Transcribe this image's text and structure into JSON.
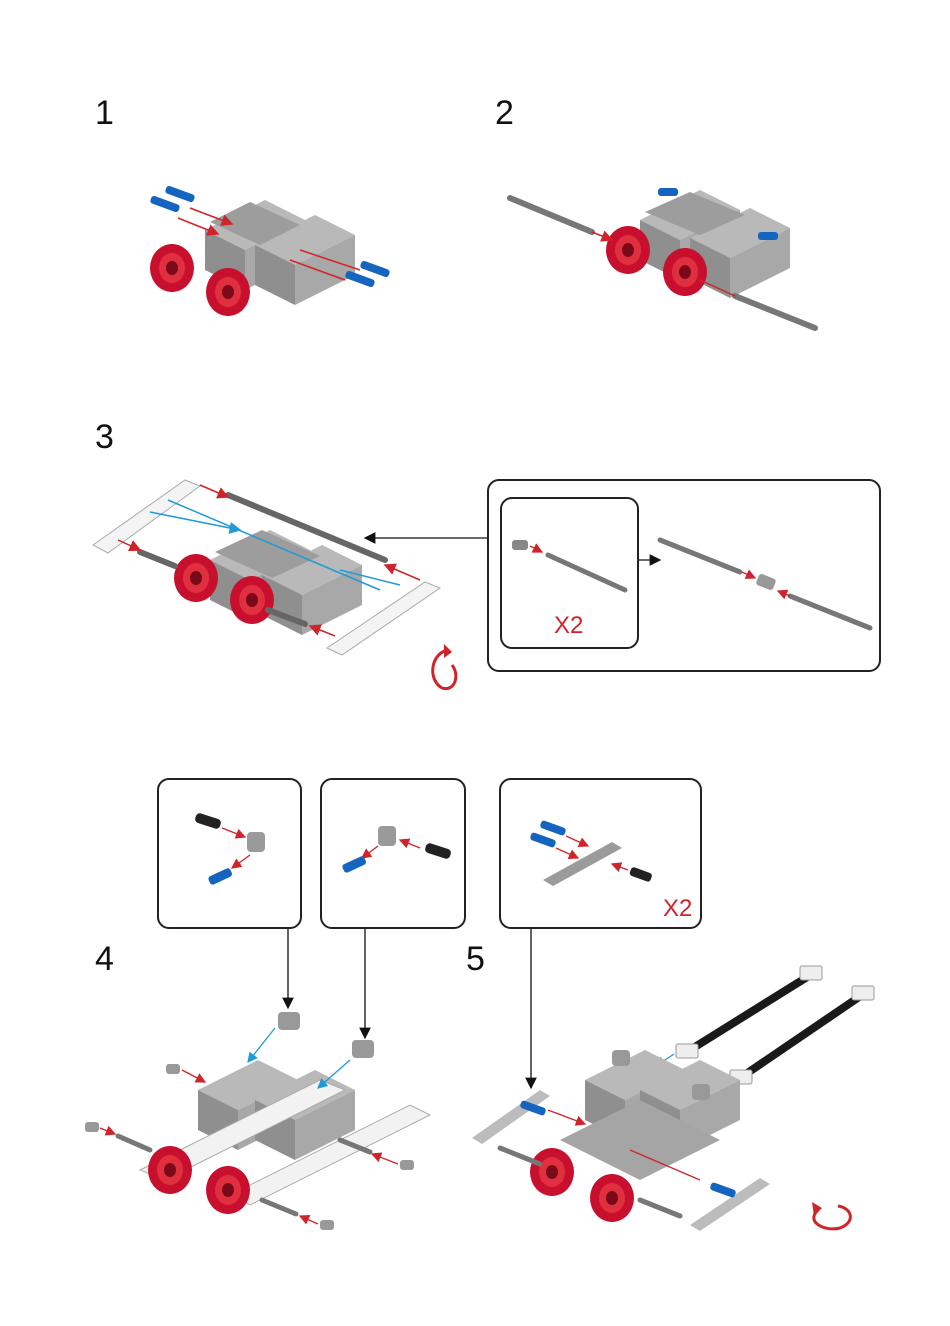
{
  "steps": [
    {
      "number": "1"
    },
    {
      "number": "2"
    },
    {
      "number": "3"
    },
    {
      "number": "4"
    },
    {
      "number": "5"
    }
  ],
  "callouts": {
    "step3_quantity": "X2",
    "step5_quantity": "X2"
  },
  "colors": {
    "arrow_red": "#d0232a",
    "arrow_blue": "#1e9ad6",
    "part_blue": "#1565c0",
    "part_red": "#c8102e",
    "part_gray": "#8e8e8e",
    "part_black": "#222222"
  }
}
